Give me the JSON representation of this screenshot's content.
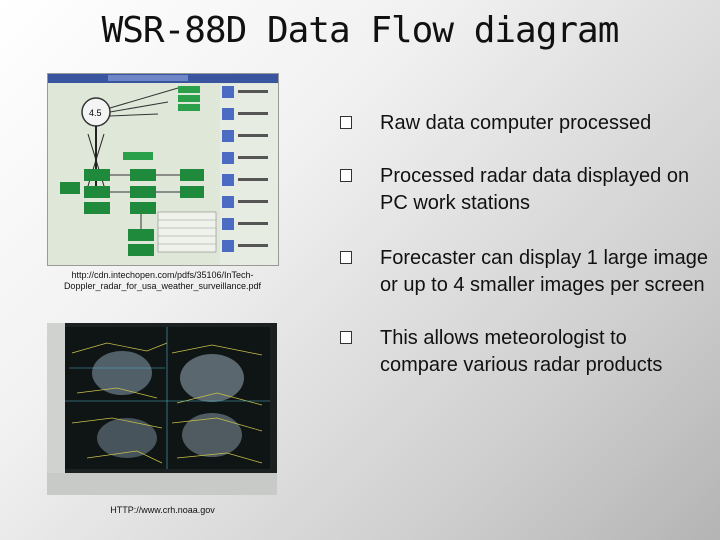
{
  "title": "WSR-88D Data Flow diagram",
  "left_column": {
    "image_1_caption": "http://cdn.intechopen.com/pdfs/35106/InTech-Doppler_radar_for_usa_weather_surveillance.pdf",
    "image_2_caption": "HTTP://www.crh.noaa.gov"
  },
  "bullets": [
    {
      "text": "Raw data computer processed"
    },
    {
      "text": "Processed radar data displayed on PC work stations"
    },
    {
      "text": "Forecaster can display 1 large image or up to 4 smaller images per screen"
    },
    {
      "text": "This allows meteorologist to compare various radar products"
    }
  ],
  "colors": {
    "screen_bg": "#dfe7d8",
    "box_green": "#1f8a3b",
    "header_blue": "#3a55a0",
    "crt_bg": "#1b2021"
  },
  "icons": [
    "bullet-box-icon"
  ]
}
